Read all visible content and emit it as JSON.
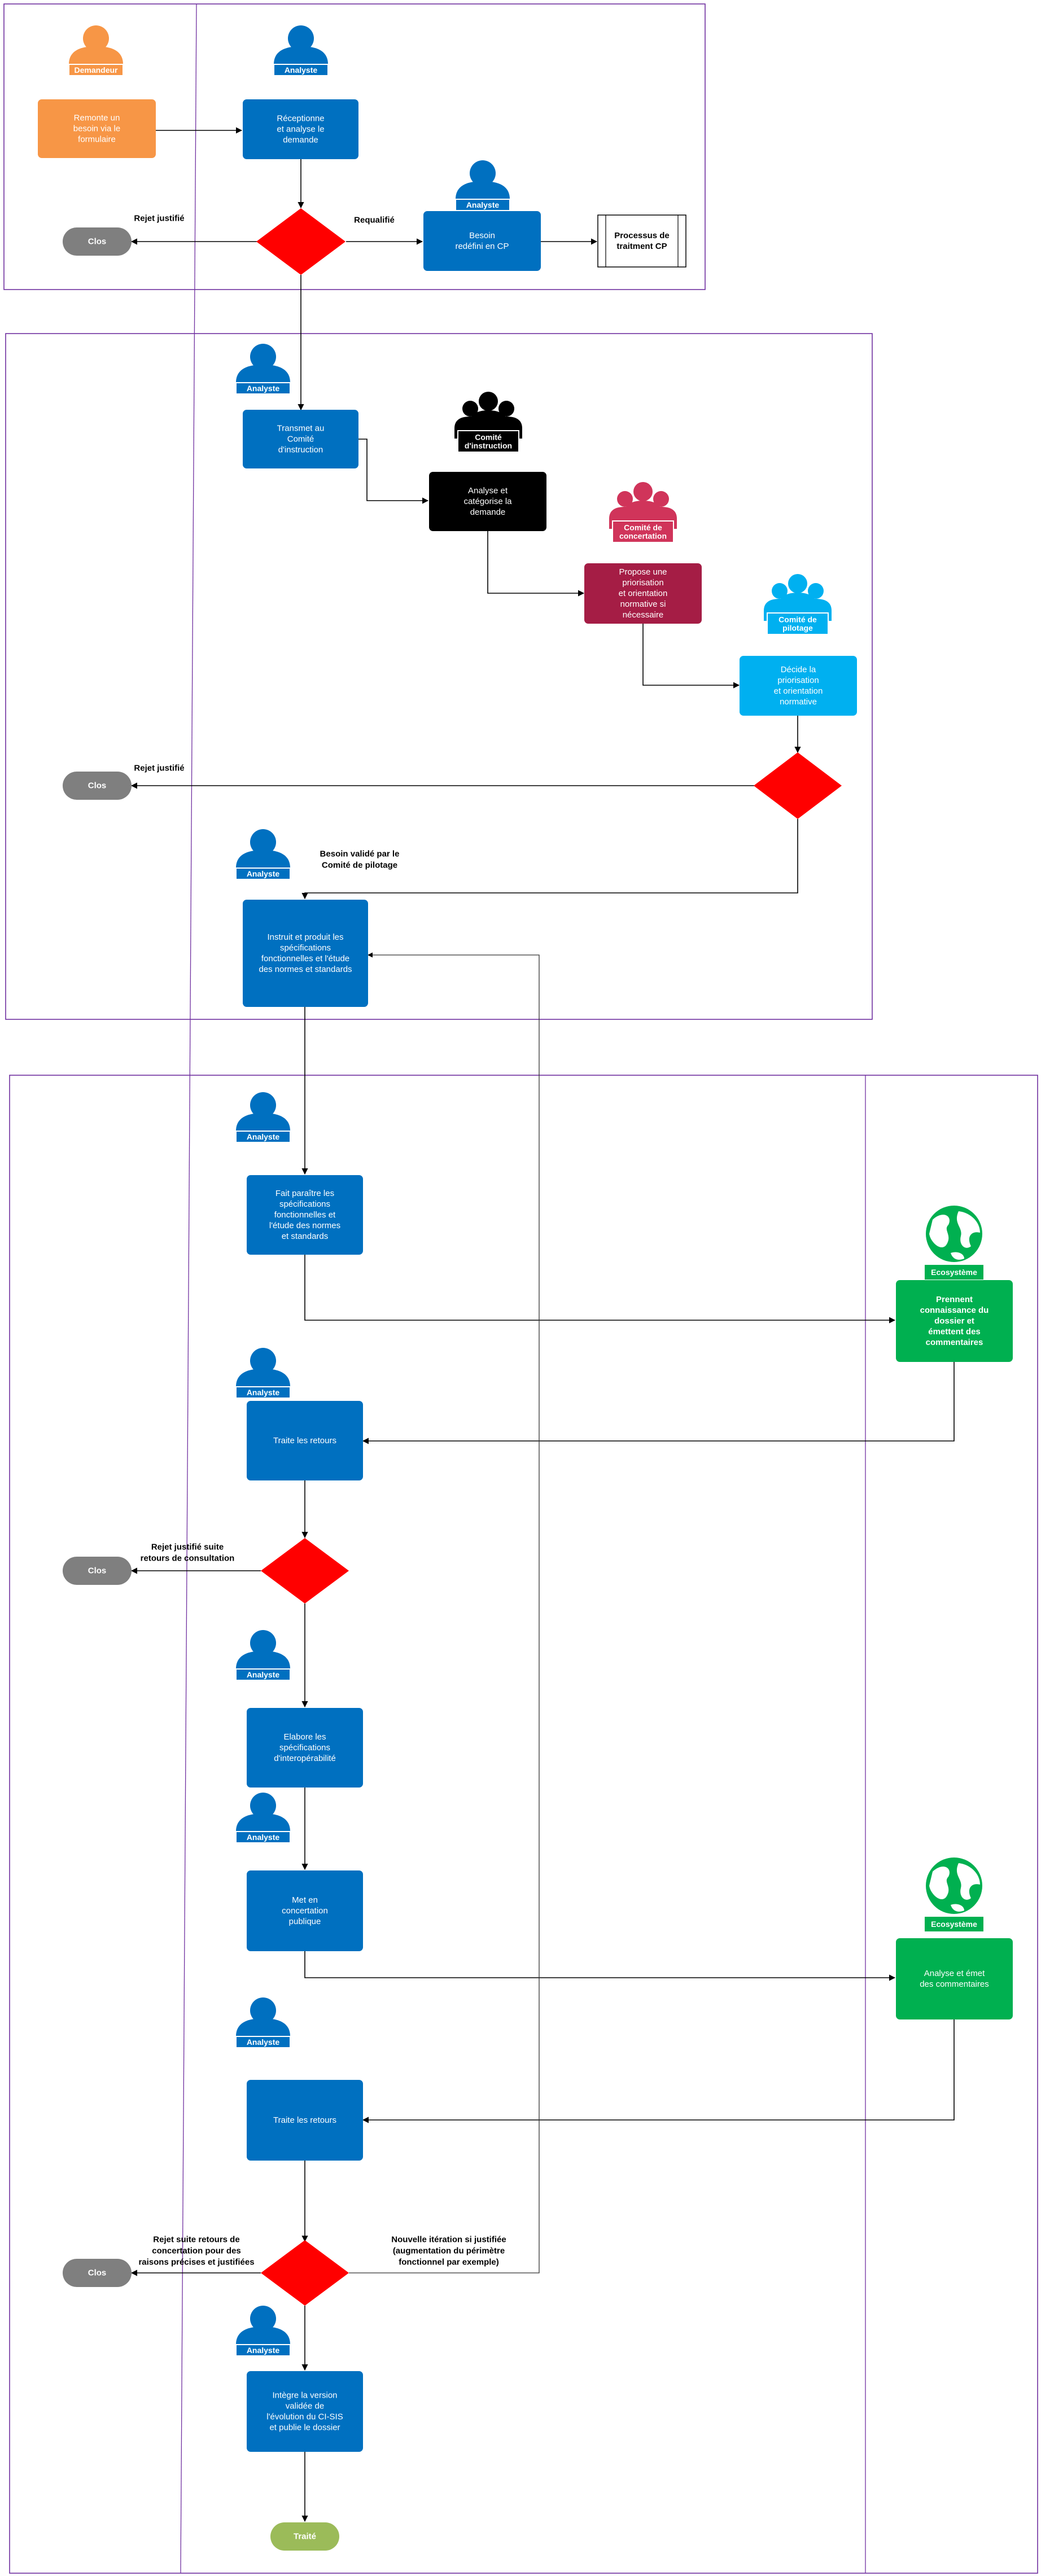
{
  "colors": {
    "analyst": "#0070c0",
    "requester": "#f79646",
    "committee_instruction": "#000000",
    "committee_concertation": "#a51d45",
    "committee_concertation_icon": "#d0345a",
    "committee_pilotage": "#00b0f0",
    "ecosystem": "#00b050",
    "decision": "#ff0000",
    "closed": "#7f7f7f",
    "done": "#9bbb59",
    "swimlane": "#7030a0"
  },
  "icons": {
    "person": "person-icon",
    "group": "group-icon",
    "globe": "globe-icon"
  },
  "actors": {
    "demandeur": "Demandeur",
    "analyste": "Analyste",
    "comite_instruction": [
      "Comité",
      "d'instruction"
    ],
    "comite_concertation": [
      "Comité de",
      "concertation"
    ],
    "comite_pilotage": [
      "Comité de",
      "pilotage"
    ],
    "ecosysteme": "Ecosystème"
  },
  "steps": {
    "remonte": [
      "Remonte un",
      "besoin via le",
      "formulaire"
    ],
    "receptionne": [
      "Réceptionne",
      "et analyse le",
      "demande"
    ],
    "besoin_cp": [
      "Besoin",
      "redéfini en CP"
    ],
    "processus_cp": [
      "Processus de",
      "traitment CP"
    ],
    "transmet": [
      "Transmet au",
      "Comité",
      "d'instruction"
    ],
    "analyse_categorise": [
      "Analyse et",
      "catégorise la",
      "demande"
    ],
    "propose": [
      "Propose une",
      "priorisation",
      "et orientation",
      "normative si",
      "nécessaire"
    ],
    "decide": [
      "Décide la",
      "priorisation",
      "et orientation",
      "normative"
    ],
    "instruit": [
      "Instruit et produit les",
      "spécifications",
      "fonctionnelles et l'étude",
      "des normes et standards"
    ],
    "fait_paraitre": [
      "Fait paraître les",
      "spécifications",
      "fonctionnelles et",
      "l'étude des normes",
      "et standards"
    ],
    "prennent": [
      "Prennent",
      "connaissance du",
      "dossier et",
      "émettent des",
      "commentaires"
    ],
    "traite_retours_1": [
      "Traite les retours"
    ],
    "elabore": [
      "Elabore les",
      "spécifications",
      "d'interopérabilité"
    ],
    "met_concertation": [
      "Met en",
      "concertation",
      "publique"
    ],
    "analyse_emet": [
      "Analyse et émet",
      "des commentaires"
    ],
    "traite_retours_2": [
      "Traite les retours"
    ],
    "integre": [
      "Intègre la version",
      "validée de",
      "l'évolution du CI-SIS",
      "et publie le dossier"
    ]
  },
  "labels": {
    "rejet_justifie_1": "Rejet justifié",
    "requalifie": "Requalifié",
    "rejet_justifie_2": "Rejet justifié",
    "besoin_valide": [
      "Besoin validé par le",
      "Comité de pilotage"
    ],
    "rejet_consultation": [
      "Rejet justifié suite",
      "retours de consultation"
    ],
    "rejet_concertation": [
      "Rejet suite retours de",
      "concertation pour des",
      "raisons précises et justifiées"
    ],
    "nouvelle_iteration": [
      "Nouvelle itération si justifiée",
      "(augmentation du périmètre",
      "fonctionnel par exemple)"
    ]
  },
  "terminals": {
    "clos": "Clos",
    "traite": "Traité"
  }
}
